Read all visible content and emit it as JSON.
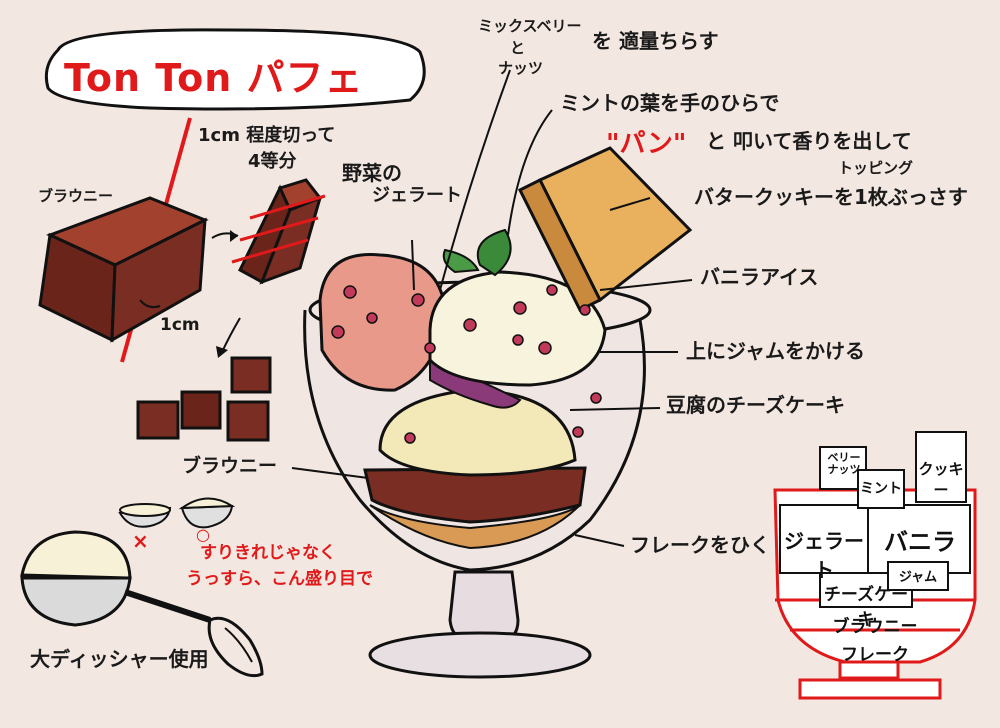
{
  "title": "Ton Ton パフェ",
  "notes": {
    "brownie_label": "ブラウニー",
    "cut_instruction_1": "1cm 程度切って",
    "cut_instruction_2": "4等分",
    "one_cm": "1cm",
    "brownie_label_2": "ブラウニー",
    "vegetable_gelato_1": "野菜の",
    "vegetable_gelato_2": "ジェラート",
    "mixed_berry_1": "ミックスベリー",
    "mixed_berry_2": "と",
    "mixed_berry_3": "ナッツ",
    "scatter": "を 適量ちらす",
    "mint_1": "ミントの葉を手のひらで",
    "mint_pan": "\"パン\"",
    "mint_2": "と 叩いて香りを出して",
    "topping": "トッピング",
    "butter_cookie": "バタークッキーを1枚ぶっさす",
    "vanilla_ice": "バニラアイス",
    "jam_on_top": "上にジャムをかける",
    "tofu_cheesecake": "豆腐のチーズケーキ",
    "flake": "フレークをひく",
    "scoop_note_1": "すりきれじゃなく",
    "scoop_note_2": "うっすら、こん盛り目で",
    "big_disher": "大ディッシャー使用",
    "cross_mark": "×",
    "circle_mark": "○"
  },
  "diagram": {
    "berry_nuts": "ベリー ナッツ",
    "mint": "ミント",
    "cookie": "クッキー",
    "gelato": "ジェラート",
    "vanilla": "バニラ",
    "jam": "ジャム",
    "cheesecake": "チーズケーキ",
    "brownie": "ブラウニー",
    "flake": "フレーク"
  },
  "colors": {
    "accent_red": "#e01a1a",
    "background": "#f3e7e1",
    "brownie": "#7a2d22",
    "cookie": "#e9b15e",
    "vanilla": "#f6f0cf",
    "gelato": "#e9998a",
    "mint": "#3a8a3a"
  }
}
